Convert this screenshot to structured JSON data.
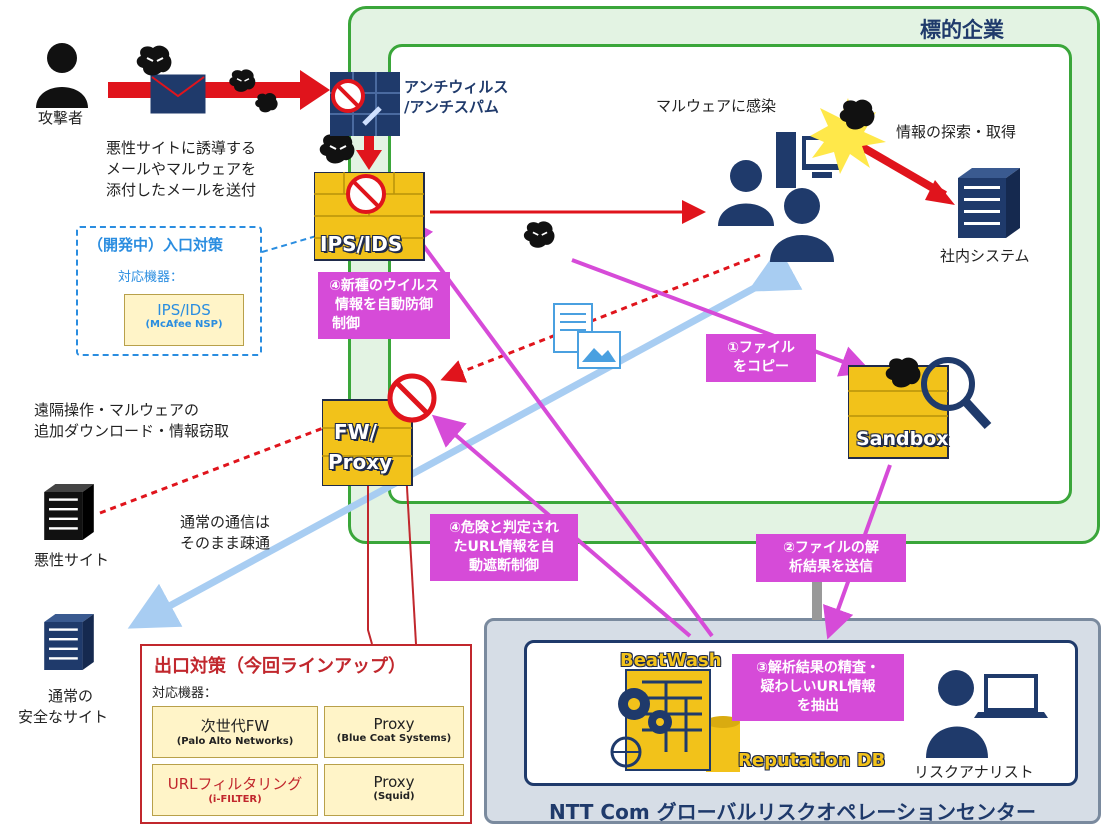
{
  "target_company": {
    "title": "標的企業"
  },
  "attacker": {
    "label": "攻撃者"
  },
  "attack_note": [
    "悪性サイトに誘導する",
    "メールやマルウェアを",
    "添付したメールを送付"
  ],
  "antivirus": {
    "line1": "アンチウィルス",
    "line2": "/アンチスパム"
  },
  "ips_ids": {
    "label": "IPS/IDS"
  },
  "fw_proxy": {
    "line1": "FW/",
    "line2": "Proxy"
  },
  "sandbox": {
    "label": "Sandbox"
  },
  "infection": {
    "label": "マルウェアに感染"
  },
  "search": {
    "label": "情報の探索・取得"
  },
  "internal_system": {
    "label": "社内システム"
  },
  "entry_measures": {
    "title": "（開発中）入口対策",
    "device_caption": "対応機器：",
    "device_name": "IPS/IDS",
    "device_vendor": "(McAfee NSP)"
  },
  "remote_op": [
    "遠隔操作・マルウェアの",
    "追加ダウンロード・情報窃取"
  ],
  "malicious_site": {
    "label": "悪性サイト"
  },
  "normal_comm": [
    "通常の通信は",
    "そのまま疎通"
  ],
  "safe_site": [
    "通常の",
    "安全なサイト"
  ],
  "steps": {
    "s1": [
      "①ファイル",
      "をコピー"
    ],
    "s2": [
      "②ファイルの解",
      "析結果を送信"
    ],
    "s3": [
      "③解析結果の精査・",
      "疑わしいURL情報",
      "を抽出"
    ],
    "s4a": [
      "④新種のウイルス",
      "情報を自動防御",
      "制御"
    ],
    "s4b": [
      "④危険と判定され",
      "たURL情報を自",
      "動遮断制御"
    ]
  },
  "exit_measures": {
    "title": "出口対策（今回ラインアップ）",
    "caption": "対応機器：",
    "devices": [
      {
        "name": "次世代FW",
        "vendor": "(Palo Alto Networks)"
      },
      {
        "name": "Proxy",
        "vendor": "(Blue Coat Systems)"
      },
      {
        "name": "URLフィルタリング",
        "vendor": "(i-FILTER)"
      },
      {
        "name": "Proxy",
        "vendor": "(Squid)"
      }
    ]
  },
  "ntt": {
    "title": "NTT Com グローバルリスクオペレーションセンター",
    "beatwash": "BeatWash",
    "reputation": "Reputation DB",
    "analyst": "リスクアナリスト"
  },
  "colors": {
    "green": "#3aa63a",
    "navy": "#1f3a6b",
    "red": "#e0141c",
    "pink": "#d64bd8",
    "lightblue": "#a8cdf2",
    "wall": "#f2c21a"
  }
}
